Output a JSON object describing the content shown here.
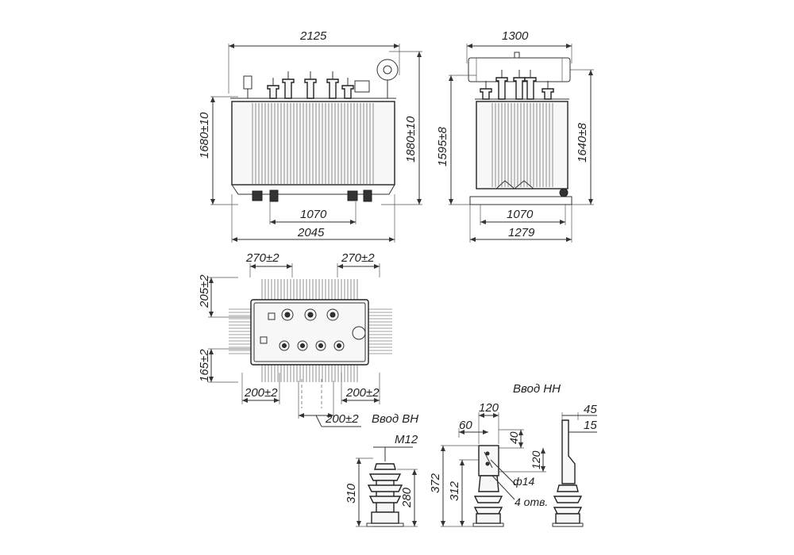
{
  "front_view": {
    "width_top": "2125",
    "height_left": "1680±10",
    "height_right": "1880±10",
    "wheel_base": "1070",
    "base_width": "2045"
  },
  "side_view": {
    "width_top": "1300",
    "height_left": "1595±8",
    "height_right": "1640±8",
    "wheel_base": "1070",
    "base_width": "1279"
  },
  "plan_view": {
    "top_left": "270±2",
    "top_right": "270±2",
    "side_upper": "205±2",
    "side_lower": "165±2",
    "bottom_left": "200±2",
    "bottom_right": "200±2",
    "bottom_center": "200±2"
  },
  "hv_bushing": {
    "title": "Ввод ВН",
    "thread": "M12",
    "height_total": "310",
    "height_body": "280"
  },
  "lv_bushing": {
    "title": "Ввод НН",
    "dim_120_top": "120",
    "dim_60": "60",
    "dim_40": "40",
    "dim_120_side": "120",
    "hole_dia": "ф14",
    "holes": "4 отв.",
    "height_372": "372",
    "height_312": "312",
    "dim_45": "45",
    "dim_15": "15"
  }
}
